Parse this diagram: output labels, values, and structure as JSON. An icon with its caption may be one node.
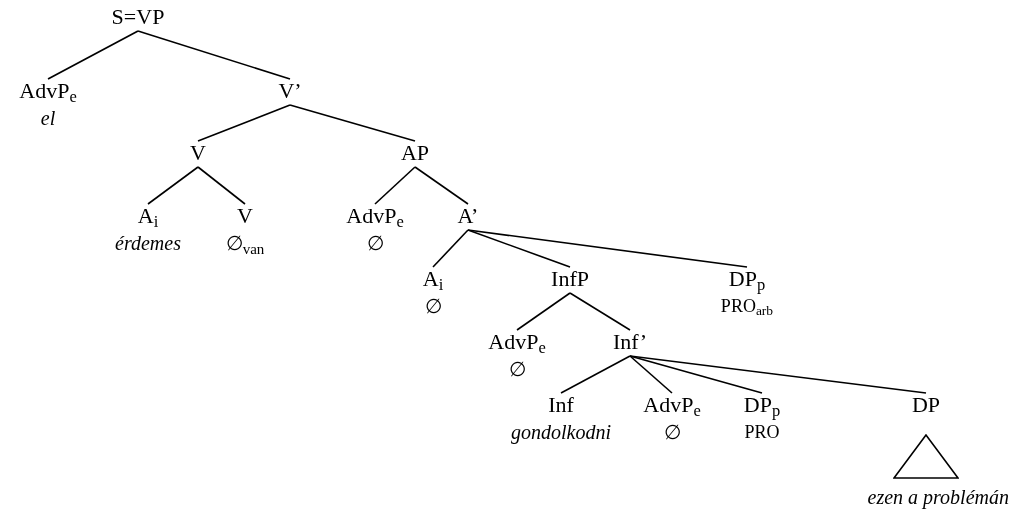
{
  "diagram": {
    "nodes": [
      {
        "text": [
          "S=VP"
        ]
      },
      {
        "text": [
          "AdvP$_{e}$"
        ],
        "beside": [
          "el"
        ]
      },
      {
        "text": [
          "V’"
        ]
      },
      {
        "text": [
          "V"
        ]
      },
      {
        "text": [
          "AP"
        ]
      },
      {
        "text": [
          "A$_{i}$"
        ],
        "beside": [
          "érdemes"
        ]
      },
      {
        "text": [
          "V"
        ],
        "beside": [
          "∅$_{van}$"
        ]
      },
      {
        "text": [
          "AdvP$_{e}$"
        ],
        "beside": [
          "∅"
        ]
      },
      {
        "text": [
          "A’"
        ]
      },
      {
        "text": [
          "A$_{i}$"
        ],
        "beside": [
          "∅"
        ]
      },
      {
        "text": [
          "InfP"
        ]
      },
      {
        "text": [
          "DP$_{p}$"
        ],
        "beside": [
          "PRO$_{arb}$"
        ]
      },
      {
        "text": [
          "AdvP$_{e}$"
        ],
        "beside": [
          "∅"
        ]
      },
      {
        "text": [
          "Inf’"
        ]
      },
      {
        "text": [
          "Inf"
        ],
        "beside": [
          "gondolkodni"
        ]
      },
      {
        "text": [
          "AdvP$_{e}$"
        ],
        "beside": [
          "∅"
        ]
      },
      {
        "text": [
          "DP$_{p}$"
        ],
        "beside": [
          "PRO"
        ]
      },
      {
        "text": [
          "DP"
        ]
      },
      {
        "text": [],
        "shape": "triangle",
        "beside": [
          "ezen a problémán"
        ]
      }
    ],
    "edges": [
      {
        "from": 0,
        "to": 1,
        "arrow": "none"
      },
      {
        "from": 0,
        "to": 2,
        "arrow": "none"
      },
      {
        "from": 2,
        "to": 3,
        "arrow": "none"
      },
      {
        "from": 2,
        "to": 4,
        "arrow": "none"
      },
      {
        "from": 3,
        "to": 5,
        "arrow": "none"
      },
      {
        "from": 3,
        "to": 6,
        "arrow": "none"
      },
      {
        "from": 4,
        "to": 7,
        "arrow": "none"
      },
      {
        "from": 4,
        "to": 8,
        "arrow": "none"
      },
      {
        "from": 8,
        "to": 9,
        "arrow": "none"
      },
      {
        "from": 8,
        "to": 10,
        "arrow": "none"
      },
      {
        "from": 8,
        "to": 11,
        "arrow": "none"
      },
      {
        "from": 10,
        "to": 12,
        "arrow": "none"
      },
      {
        "from": 10,
        "to": 13,
        "arrow": "none"
      },
      {
        "from": 13,
        "to": 14,
        "arrow": "none"
      },
      {
        "from": 13,
        "to": 15,
        "arrow": "none"
      },
      {
        "from": 13,
        "to": 16,
        "arrow": "none"
      },
      {
        "from": 13,
        "to": 17,
        "arrow": "none"
      }
    ]
  }
}
